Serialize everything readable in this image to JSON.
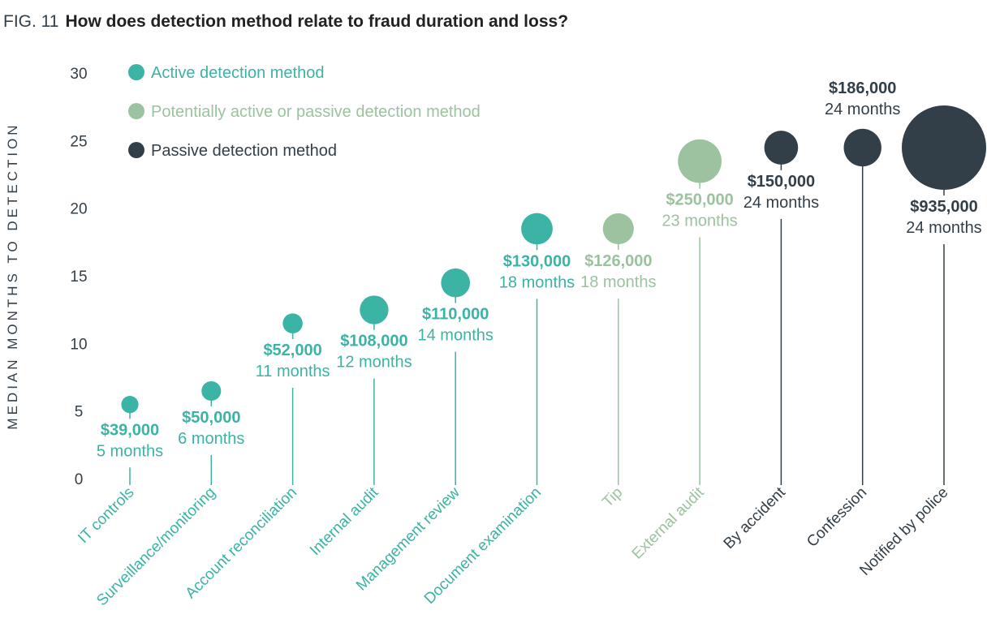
{
  "title": {
    "fig": "FIG. 11",
    "text": "How does detection method relate to fraud duration and loss?"
  },
  "chart_data": {
    "type": "scatter",
    "subtype": "bubble-lollipop",
    "title": "How does detection method relate to fraud duration and loss?",
    "ylabel": "MEDIAN MONTHS TO DETECTION",
    "xlabel": "",
    "ylim": [
      0,
      30
    ],
    "yticks": [
      0,
      5,
      10,
      15,
      20,
      25,
      30
    ],
    "grid": false,
    "legend_position": "top-left",
    "legend": [
      {
        "key": "active",
        "label": "Active detection method",
        "color": "#3bb3a5"
      },
      {
        "key": "mixed",
        "label": "Potentially active or passive detection method",
        "color": "#9cc2a0"
      },
      {
        "key": "passive",
        "label": "Passive detection method",
        "color": "#333f48"
      }
    ],
    "points": [
      {
        "category": "IT controls",
        "months": 5,
        "loss": 39000,
        "loss_label": "$39,000",
        "months_label": "5 months",
        "type": "active"
      },
      {
        "category": "Surveillance/monitoring",
        "months": 6,
        "loss": 50000,
        "loss_label": "$50,000",
        "months_label": "6 months",
        "type": "active"
      },
      {
        "category": "Account reconciliation",
        "months": 11,
        "loss": 52000,
        "loss_label": "$52,000",
        "months_label": "11 months",
        "type": "active"
      },
      {
        "category": "Internal audit",
        "months": 12,
        "loss": 108000,
        "loss_label": "$108,000",
        "months_label": "12 months",
        "type": "active"
      },
      {
        "category": "Management review",
        "months": 14,
        "loss": 110000,
        "loss_label": "$110,000",
        "months_label": "14 months",
        "type": "active"
      },
      {
        "category": "Document examination",
        "months": 18,
        "loss": 130000,
        "loss_label": "$130,000",
        "months_label": "18 months",
        "type": "active"
      },
      {
        "category": "Tip",
        "months": 18,
        "loss": 126000,
        "loss_label": "$126,000",
        "months_label": "18 months",
        "type": "mixed"
      },
      {
        "category": "External audit",
        "months": 23,
        "loss": 250000,
        "loss_label": "$250,000",
        "months_label": "23 months",
        "type": "mixed"
      },
      {
        "category": "By  accident",
        "months": 24,
        "loss": 150000,
        "loss_label": "$150,000",
        "months_label": "24 months",
        "type": "passive"
      },
      {
        "category": "Confession",
        "months": 24,
        "loss": 186000,
        "loss_label": "$186,000",
        "months_label": "24 months",
        "type": "passive",
        "label_pos": "above"
      },
      {
        "category": "Notified by police",
        "months": 24,
        "loss": 935000,
        "loss_label": "$935,000",
        "months_label": "24 months",
        "type": "passive"
      }
    ]
  }
}
